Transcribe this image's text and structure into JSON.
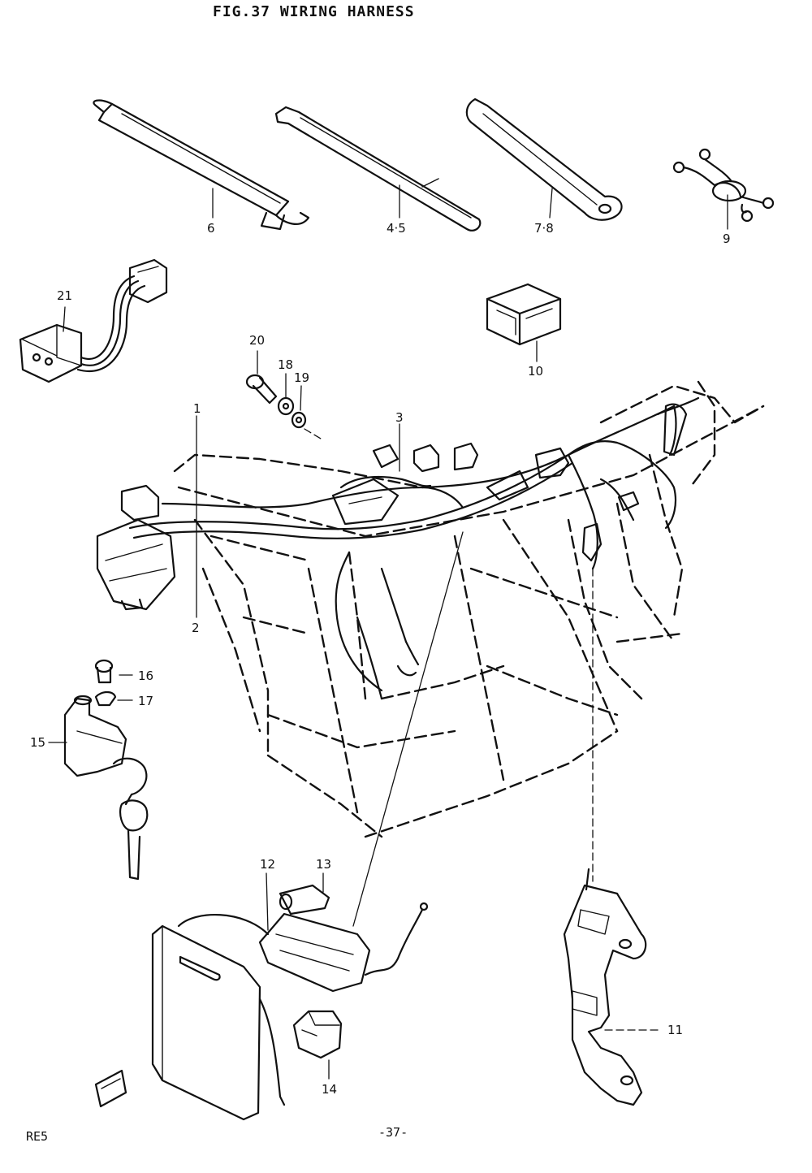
{
  "header": {
    "title": "FIG.37  WIRING HARNESS"
  },
  "footer": {
    "model": "RE5",
    "page_number": "-37-"
  },
  "callouts": {
    "c1": "1",
    "c2": "2",
    "c3": "3",
    "c4_5": "4·5",
    "c6": "6",
    "c7_8": "7·8",
    "c9": "9",
    "c10": "10",
    "c11": "11",
    "c12": "12",
    "c13": "13",
    "c14": "14",
    "c15": "15",
    "c16": "16",
    "c17": "17",
    "c18": "18",
    "c19": "19",
    "c20": "20",
    "c21": "21"
  }
}
